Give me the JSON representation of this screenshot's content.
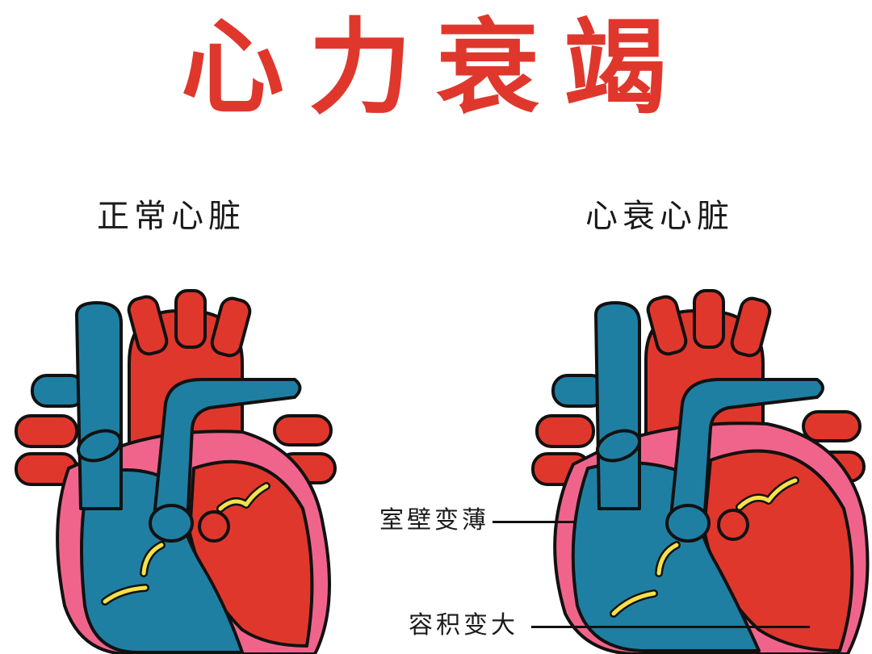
{
  "title": "心力衰竭",
  "labels": {
    "normal_heart": "正常心脏",
    "failing_heart": "心衰心脏"
  },
  "annotations": {
    "thin_wall": "室壁变薄",
    "enlarged_volume": "容积变大"
  },
  "colors": {
    "title": "#e0372d",
    "artery_red": "#e0372d",
    "vein_blue": "#1f7fa3",
    "wall_pink": "#f0648c",
    "valve_yellow": "#f5e14a",
    "outline": "#111111"
  }
}
